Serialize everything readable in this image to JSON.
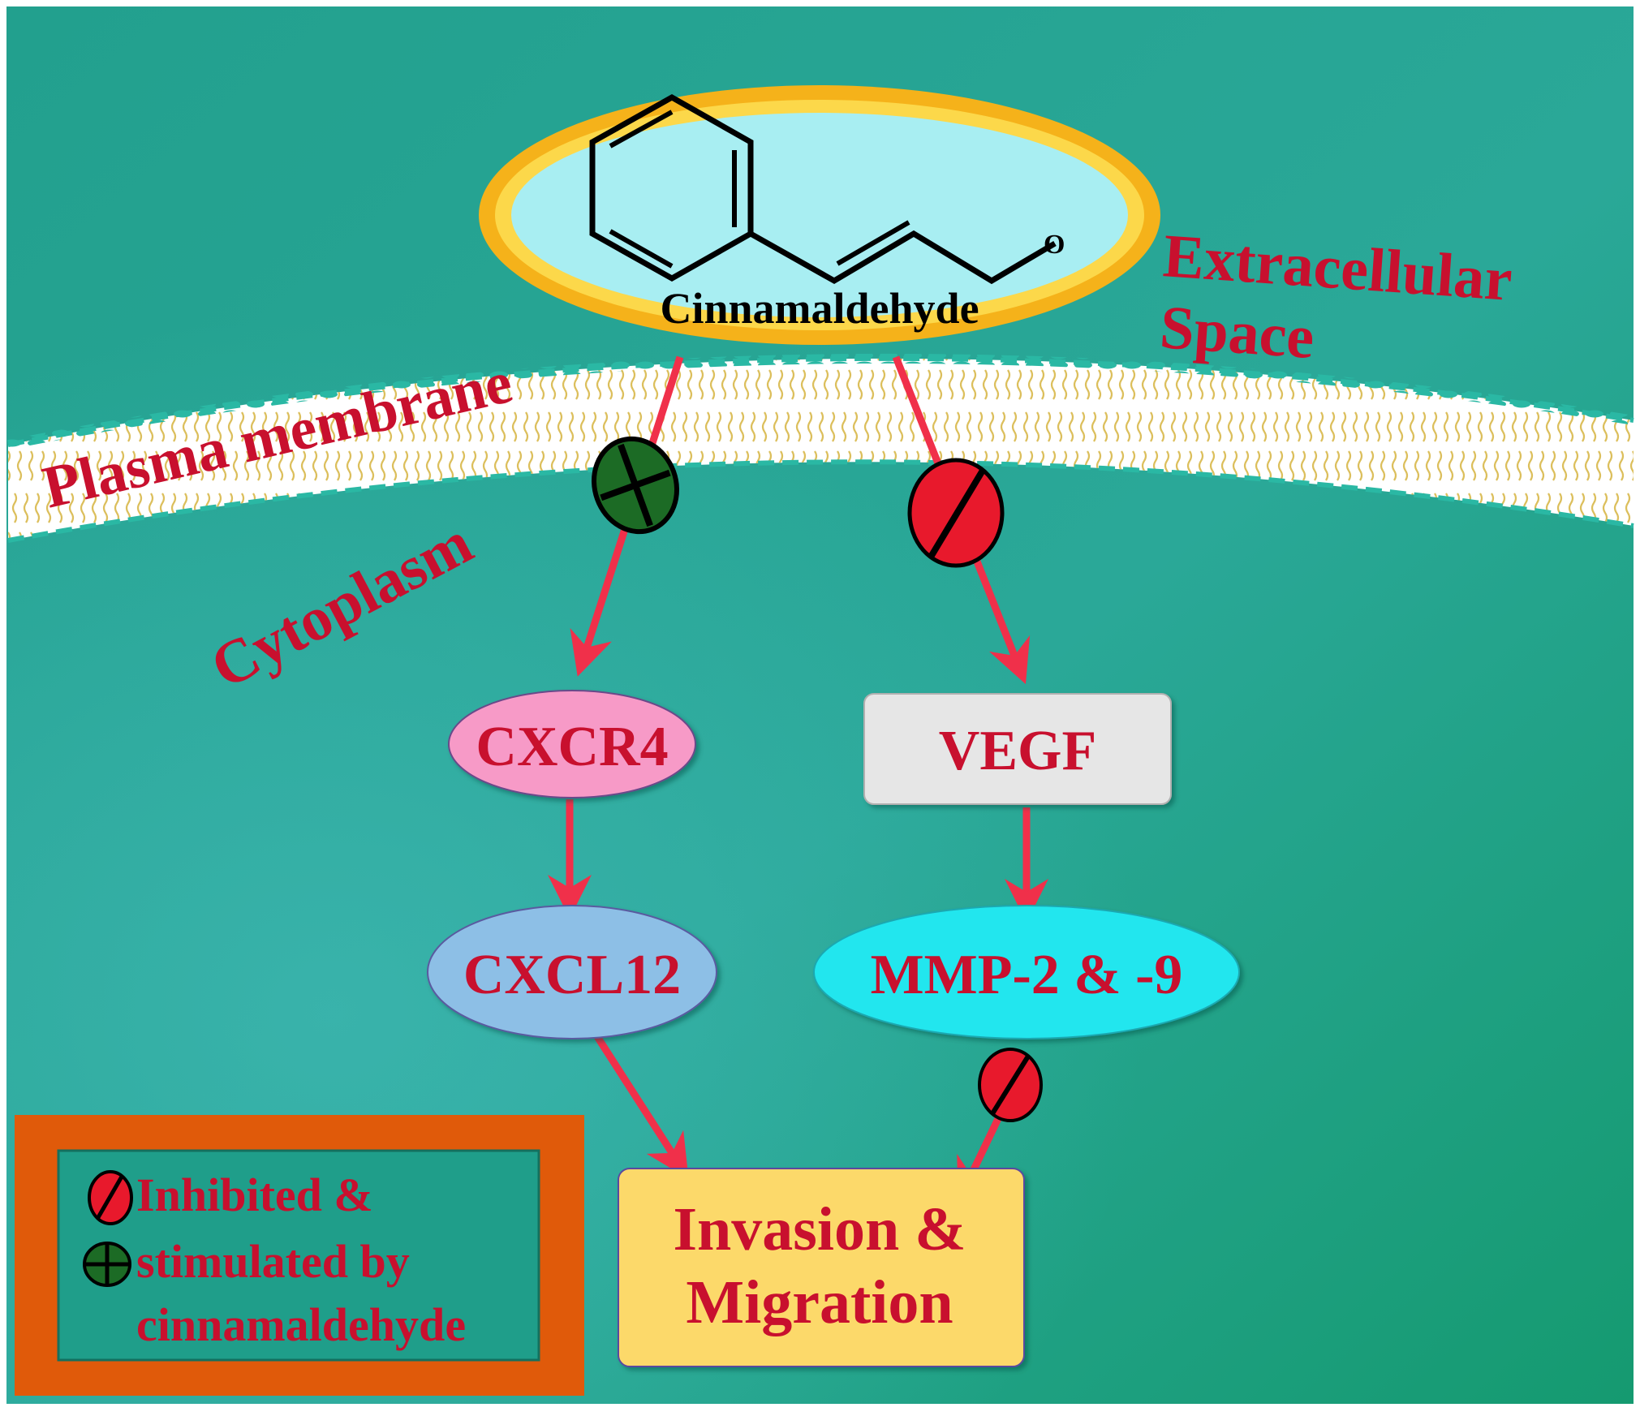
{
  "molecule": {
    "name": "Cinnamaldehyde",
    "oxygen_symbol": "O"
  },
  "regions": {
    "extracellular_line1": "Extracellular",
    "extracellular_line2": "Space",
    "membrane": "Plasma membrane",
    "cytoplasm": "Cytoplasm"
  },
  "nodes": {
    "cxcr4": "CXCR4",
    "cxcl12": "CXCL12",
    "vegf": "VEGF",
    "mmp": "MMP-2 & -9",
    "outcome_line1": "Invasion &",
    "outcome_line2": "Migration"
  },
  "legend": {
    "line1": "Inhibited &",
    "line2": "stimulated by",
    "line3": "cinnamaldehyde"
  },
  "colors": {
    "background": "#1f9e86",
    "label_red": "#c8102e",
    "arrow": "#f0304a",
    "inhibit_fill": "#e8192c",
    "stimulate_fill": "#1c6b25",
    "cxcr4_fill": "#f79ac7",
    "cxcl12_fill": "#8dbfe6",
    "vegf_fill": "#e6e6e6",
    "mmp_fill": "#22e6ee",
    "outcome_fill": "#fcd96a",
    "legend_border": "#e05a0a",
    "ring": "#f5b21a",
    "molecule_fill": "#a8eef2"
  },
  "icons": [
    "inhibit-icon",
    "stimulate-icon"
  ]
}
